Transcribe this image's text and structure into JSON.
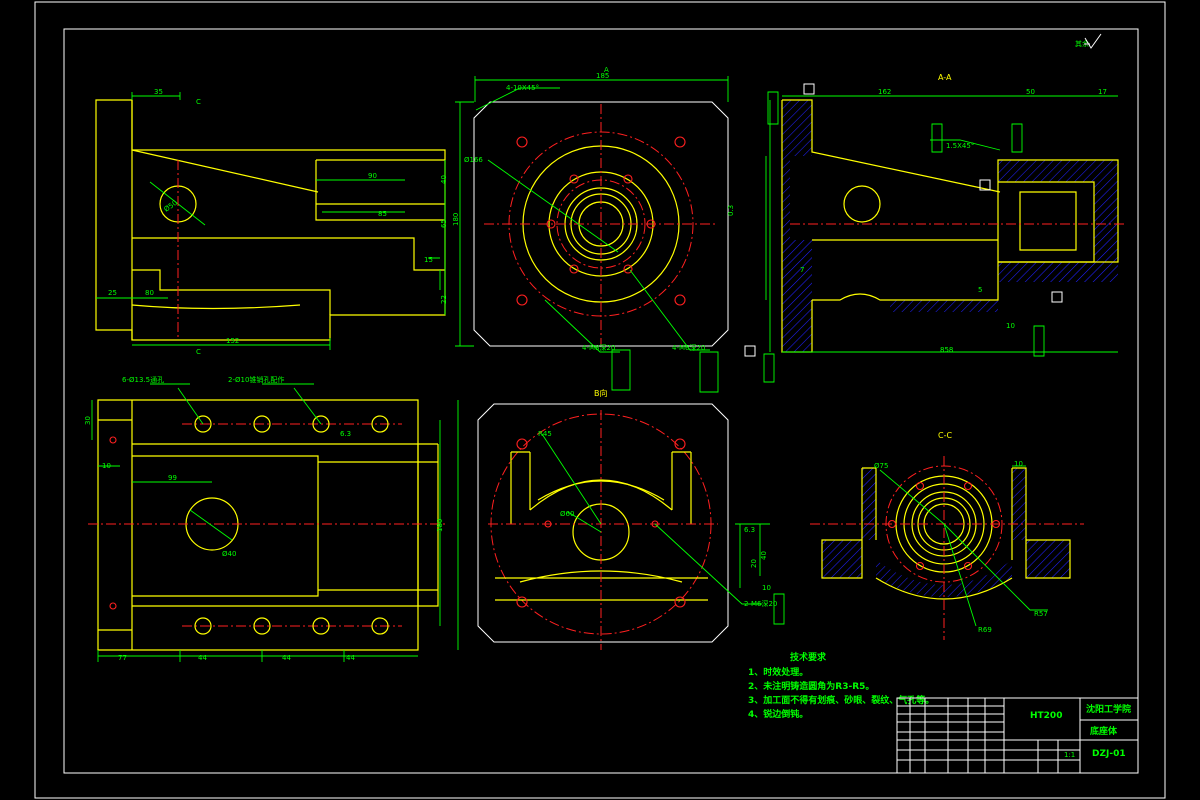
{
  "views": {
    "top_left_section": "C",
    "top_middle_marker": "A",
    "top_right_title": "A-A",
    "bottom_middle_title": "B向",
    "bottom_right_title": "C-C",
    "roughness_other": "其余"
  },
  "dimensions": {
    "v1_35": "35",
    "v1_90": "90",
    "v1_85": "85",
    "v1_40": "40",
    "v1_65": "65",
    "v1_15": "15",
    "v1_22": "22",
    "v1_25": "25",
    "v1_80": "80",
    "v1_152": "152",
    "v1_phi": "Ø50",
    "v2_185": "185",
    "v2_180": "180",
    "v2_chamfer": "4-10X45°",
    "v2_phi": "Ø166",
    "v2_m1": "4-M8深20",
    "v2_m2": "4-M6深20",
    "v2_tol": "0.3",
    "v3_162": "162",
    "v3_50": "50",
    "v3_17": "17",
    "v3_858": "858",
    "v3_chamfer": "1.5X45°",
    "v3_10": "10",
    "v3_7": "7",
    "v3_5": "5",
    "v4_holes1": "6-Ø13.5通孔",
    "v4_holes2": "2-Ø10锥销孔配作",
    "v4_30": "30",
    "v4_10": "10",
    "v4_99": "99",
    "v4_phi": "Ø40",
    "v4_77": "77",
    "v4_44a": "44",
    "v4_44b": "44",
    "v4_44c": "44",
    "v4_180": "180",
    "v4_63": "6.3",
    "v5_r45": "R45",
    "v5_phi": "Ø60",
    "v5_m": "2-M6深20",
    "v5_40": "40",
    "v5_20": "20",
    "v5_63": "6.3",
    "v5_10": "10",
    "v6_phi75": "Ø75",
    "v6_r57": "R57",
    "v6_r69": "R69",
    "v6_10": "10"
  },
  "notes": {
    "title": "技术要求",
    "items": [
      "1、时效处理。",
      "2、未注明铸造圆角为R3-R5。",
      "3、加工面不得有划痕、砂眼、裂纹、气孔等。",
      "4、锐边倒钝。"
    ]
  },
  "title_block": {
    "material": "HT200",
    "school": "沈阳工学院",
    "part_name": "底座体",
    "drawing_no": "DZJ-01",
    "scale": "1:1"
  }
}
